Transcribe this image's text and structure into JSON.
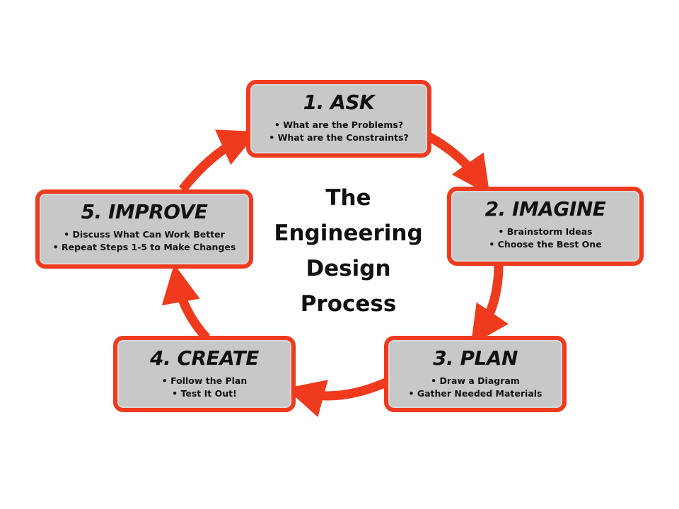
{
  "center": {
    "lines": [
      "The",
      "Engineering",
      "Design",
      "Process"
    ]
  },
  "steps": [
    {
      "title": "1.  ASK",
      "bullets": [
        "What are the Problems?",
        "What are the Constraints?"
      ]
    },
    {
      "title": "2. IMAGINE",
      "bullets": [
        "Brainstorm Ideas",
        "Choose the Best One"
      ]
    },
    {
      "title": "3. PLAN",
      "bullets": [
        "Draw a Diagram",
        "Gather Needed Materials"
      ]
    },
    {
      "title": "4. CREATE",
      "bullets": [
        "Follow the Plan",
        "Test It Out!"
      ]
    },
    {
      "title": "5. IMPROVE",
      "bullets": [
        "Discuss What Can Work Better",
        "Repeat Steps 1-5 to Make Changes"
      ]
    }
  ],
  "colors": {
    "arrow": "#f03a1e",
    "box_fill": "#c8c8c8",
    "box_border": "#f03a1e",
    "text": "#111111"
  }
}
